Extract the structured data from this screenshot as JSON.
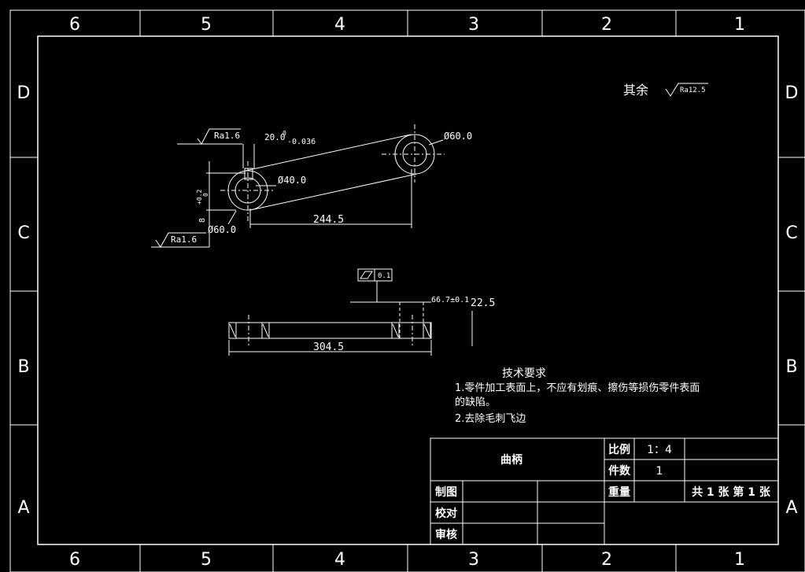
{
  "frame": {
    "columns": [
      "6",
      "5",
      "4",
      "3",
      "2",
      "1"
    ],
    "rows": [
      "D",
      "C",
      "B",
      "A"
    ]
  },
  "roughness_note": {
    "prefix": "其余",
    "value": "Ra12.5"
  },
  "top_view": {
    "surface_left_top": "Ra1.6",
    "surface_left_bottom": "Ra1.6",
    "keyway_width": "20.0",
    "keyway_tol_upper": "0",
    "keyway_tol_lower": "-0.036",
    "keyway_depth": "8",
    "keyway_depth_tol_upper": "+0.2",
    "keyway_depth_tol_lower": "0",
    "hole_small": "Ø40.0",
    "outer_small": "Ø60.0",
    "outer_large": "Ø60.0",
    "center_distance": "244.5"
  },
  "side_view": {
    "flatness_tol": "0.1",
    "thickness": "22.5",
    "hub_dim": "66.7±0.1",
    "overall_length": "304.5"
  },
  "tech_requirements": {
    "title": "技术要求",
    "line1": "1.零件加工表面上，不应有划痕、擦伤等损伤零件表面",
    "line1b": "的缺陷。",
    "line2": "2.去除毛刺飞边"
  },
  "title_block": {
    "part_name": "曲柄",
    "scale_label": "比例",
    "scale_value": "1：4",
    "qty_label": "件数",
    "qty_value": "1",
    "weight_label": "重量",
    "sheet_info": "共 1 张 第 1 张",
    "drawn_label": "制图",
    "checked_label": "校对",
    "approved_label": "审核"
  }
}
